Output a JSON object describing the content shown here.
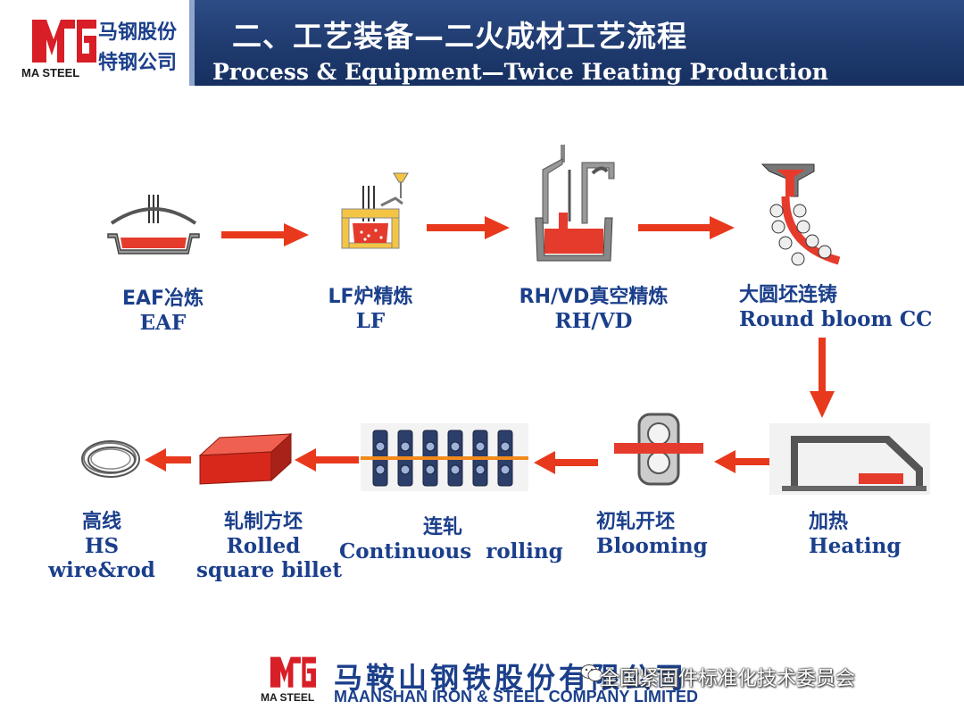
{
  "header": {
    "title_cn": "二、工艺装备—二火成材工艺流程",
    "title_en": "Process & Equipment—Twice Heating Production",
    "bar_color": "#1f3a6e"
  },
  "logo": {
    "text_line1": "马钢股份",
    "text_line2": "特钢公司",
    "brand": "MA STEEL",
    "brand_color": "#d81e27"
  },
  "process": {
    "eaf": {
      "cn": "EAF冶炼",
      "en": "EAF"
    },
    "lf": {
      "cn": "LF炉精炼",
      "en": "LF"
    },
    "rhvd": {
      "cn": "RH/VD真空精炼",
      "en": "RH/VD"
    },
    "cc": {
      "cn": "大圆坯连铸",
      "en": "Round bloom CC"
    },
    "heating": {
      "cn": "加热",
      "en": "Heating"
    },
    "blooming": {
      "cn": "初轧开坯",
      "en": "Blooming"
    },
    "rolling": {
      "cn": "连轧",
      "en": "Continuous  rolling"
    },
    "billet": {
      "cn": "轧制方坯",
      "en_line1": "Rolled",
      "en_line2": "square billet"
    },
    "hs": {
      "cn": "高线",
      "en_line1": "HS",
      "en_line2": "wire&rod"
    }
  },
  "footer": {
    "company_cn": "马鞍山钢铁股份有限公司",
    "company_en": "MAANSHAN IRON & STEEL COMPANY LIMITED",
    "brand": "MA STEEL",
    "watermark": "全国紧固件标准化技术委员会"
  },
  "colors": {
    "arrow": "#e8391d",
    "steel": "#e53b2c",
    "label": "#1b3f8b"
  }
}
